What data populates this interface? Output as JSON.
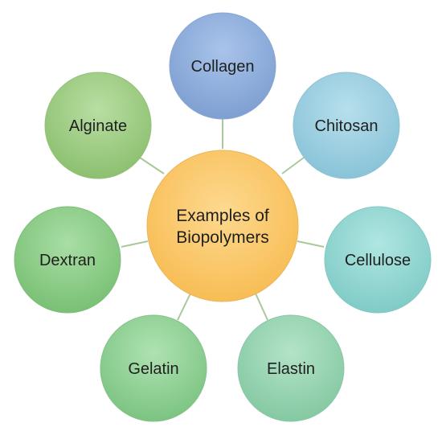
{
  "center": {
    "label_line1": "Examples of",
    "label_line2": "Biopolymers",
    "color": "#fbc96a"
  },
  "nodes": [
    {
      "id": "collagen",
      "label": "Collagen",
      "color": "#8fb0dc"
    },
    {
      "id": "chitosan",
      "label": "Chitosan",
      "color": "#9fd0e0"
    },
    {
      "id": "cellulose",
      "label": "Cellulose",
      "color": "#95d8d3"
    },
    {
      "id": "elastin",
      "label": "Elastin",
      "color": "#9bd6b4"
    },
    {
      "id": "gelatin",
      "label": "Gelatin",
      "color": "#93d497"
    },
    {
      "id": "dextran",
      "label": "Dextran",
      "color": "#8ed08a"
    },
    {
      "id": "alginate",
      "label": "Alginate",
      "color": "#a2cf88"
    }
  ],
  "connector_color": "#a9c99a"
}
